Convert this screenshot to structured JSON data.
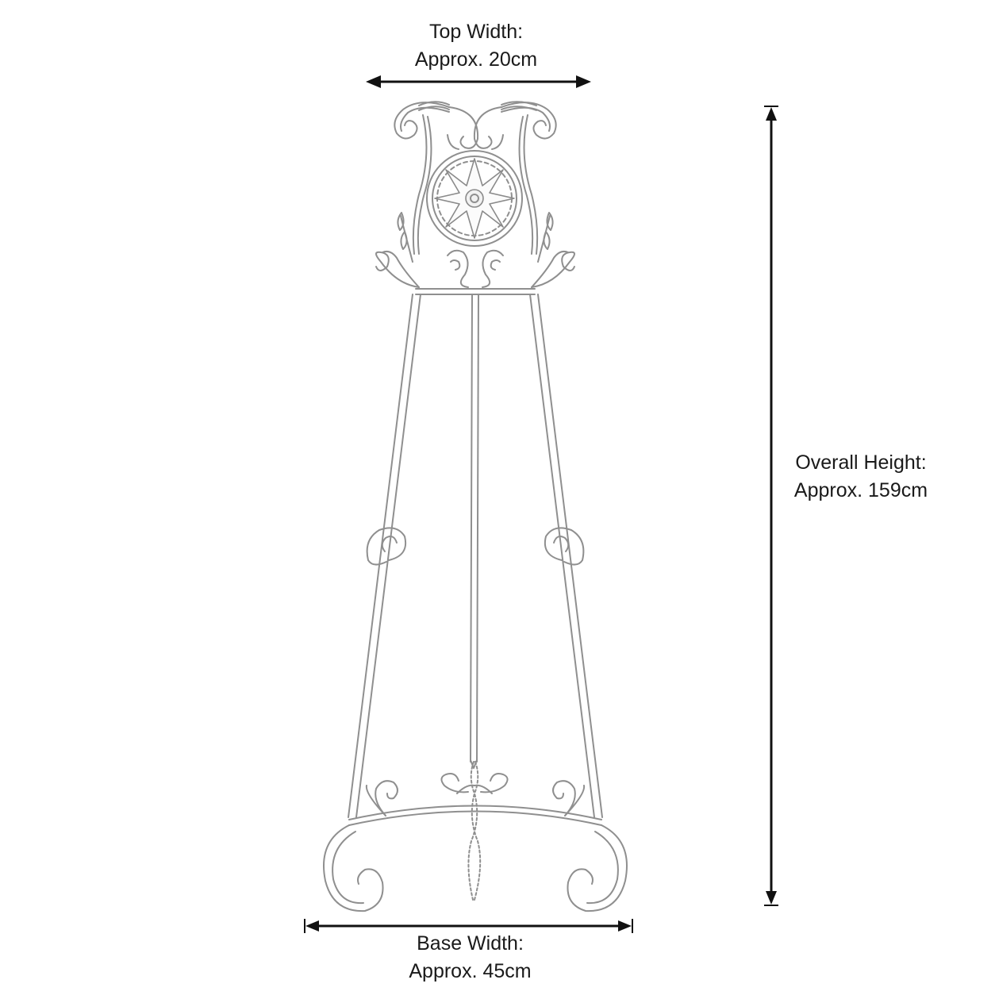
{
  "dimensions": {
    "top_width": {
      "title": "Top Width:",
      "value": "Approx. 20cm"
    },
    "base_width": {
      "title": "Base Width:",
      "value": "Approx. 45cm"
    },
    "overall_height": {
      "title": "Overall Height:",
      "value": "Approx. 159cm"
    }
  },
  "colors": {
    "line": "#111111",
    "easel": "#8f8f8f",
    "background": "#ffffff"
  }
}
